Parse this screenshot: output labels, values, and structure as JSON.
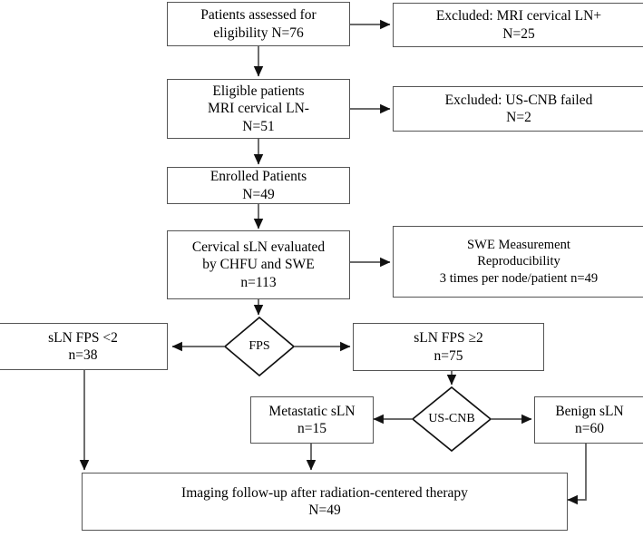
{
  "diagram": {
    "type": "flowchart",
    "title": "Patient enrollment and cervical sLN evaluation flowchart",
    "line_color": "#555555",
    "text_color": "#000000",
    "background": "#ffffff"
  },
  "nodes": {
    "assessed": {
      "name": "patients-assessed",
      "shape": "box",
      "line1": "Patients assessed for",
      "line2": "eligibility N=76"
    },
    "excluded_mri": {
      "name": "excluded-mri-ln-positive",
      "shape": "box",
      "line1": "Excluded: MRI cervical LN+",
      "line2": "N=25"
    },
    "eligible": {
      "name": "eligible-patients",
      "shape": "box",
      "line1": "Eligible patients",
      "line2": "MRI cervical LN-",
      "line3": "N=51"
    },
    "excluded_cnb": {
      "name": "excluded-us-cnb-failed",
      "shape": "box",
      "line1": "Excluded: US-CNB failed",
      "line2": "N=2"
    },
    "enrolled": {
      "name": "enrolled-patients",
      "shape": "box",
      "line1": "Enrolled Patients",
      "line2": "N=49"
    },
    "evaluated": {
      "name": "cervical-sln-evaluated",
      "shape": "box",
      "line1": "Cervical sLN evaluated",
      "line2": "by CHFU and SWE",
      "line3": "n=113"
    },
    "reproducibility": {
      "name": "swe-measurement-reproducibility",
      "shape": "box",
      "line1": "SWE Measurement",
      "line2": "Reproducibility",
      "line3": "3 times per node/patient n=49"
    },
    "fps_decision": {
      "name": "fps-decision",
      "shape": "diamond",
      "label": "FPS"
    },
    "fps_low": {
      "name": "sln-fps-less-than-2",
      "shape": "box",
      "line1": "sLN FPS <2",
      "line2": "n=38"
    },
    "fps_high": {
      "name": "sln-fps-greater-equal-2",
      "shape": "box",
      "line1": "sLN FPS ≥2",
      "line2": "n=75"
    },
    "uscnb_decision": {
      "name": "us-cnb-decision",
      "shape": "diamond",
      "label": "US-CNB"
    },
    "metastatic": {
      "name": "metastatic-sln",
      "shape": "box",
      "line1": "Metastatic sLN",
      "line2": "n=15"
    },
    "benign": {
      "name": "benign-sln",
      "shape": "box",
      "line1": "Benign sLN",
      "line2": "n=60"
    },
    "followup": {
      "name": "imaging-follow-up",
      "shape": "box",
      "line1": "Imaging follow-up after radiation-centered therapy",
      "line2": "N=49"
    }
  },
  "edges": [
    {
      "name": "edge-assessed-to-excluded-mri",
      "from": "assessed",
      "to": "excluded_mri",
      "direction": "right"
    },
    {
      "name": "edge-assessed-to-eligible",
      "from": "assessed",
      "to": "eligible",
      "direction": "down"
    },
    {
      "name": "edge-eligible-to-excluded-cnb",
      "from": "eligible",
      "to": "excluded_cnb",
      "direction": "right"
    },
    {
      "name": "edge-eligible-to-enrolled",
      "from": "eligible",
      "to": "enrolled",
      "direction": "down"
    },
    {
      "name": "edge-enrolled-to-evaluated",
      "from": "enrolled",
      "to": "evaluated",
      "direction": "down"
    },
    {
      "name": "edge-evaluated-to-reproducibility",
      "from": "evaluated",
      "to": "reproducibility",
      "direction": "right"
    },
    {
      "name": "edge-evaluated-to-fps",
      "from": "evaluated",
      "to": "fps_decision",
      "direction": "down"
    },
    {
      "name": "edge-fps-to-fps-low",
      "from": "fps_decision",
      "to": "fps_low",
      "direction": "left"
    },
    {
      "name": "edge-fps-to-fps-high",
      "from": "fps_decision",
      "to": "fps_high",
      "direction": "right"
    },
    {
      "name": "edge-fps-high-to-uscnb",
      "from": "fps_high",
      "to": "uscnb_decision",
      "direction": "down"
    },
    {
      "name": "edge-uscnb-to-metastatic",
      "from": "uscnb_decision",
      "to": "metastatic",
      "direction": "left"
    },
    {
      "name": "edge-uscnb-to-benign",
      "from": "uscnb_decision",
      "to": "benign",
      "direction": "right"
    },
    {
      "name": "edge-fps-low-to-followup",
      "from": "fps_low",
      "to": "followup",
      "direction": "down"
    },
    {
      "name": "edge-metastatic-to-followup",
      "from": "metastatic",
      "to": "followup",
      "direction": "down"
    },
    {
      "name": "edge-benign-to-followup",
      "from": "benign",
      "to": "followup",
      "direction": "down-left"
    }
  ]
}
